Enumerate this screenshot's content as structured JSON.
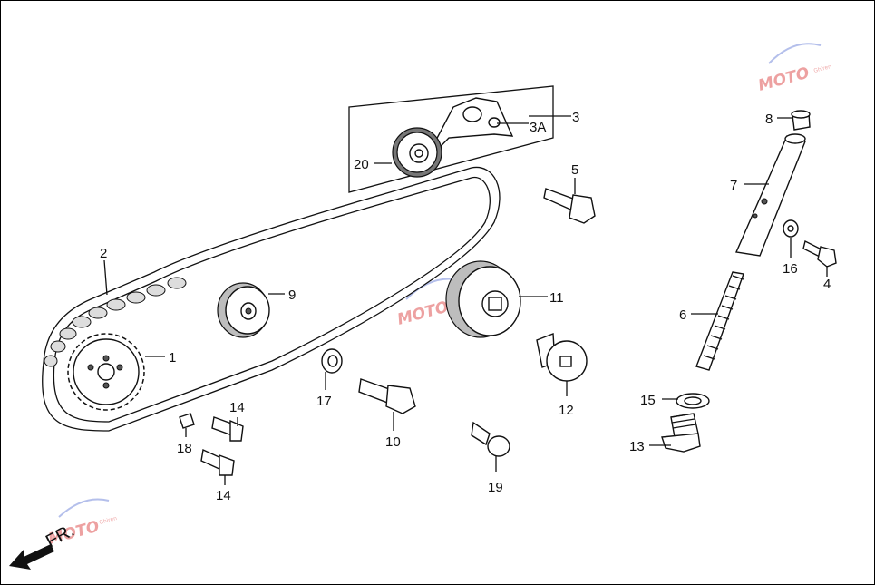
{
  "labels": {
    "l1": "1",
    "l2": "2",
    "l3": "3",
    "l3a": "3A",
    "l4": "4",
    "l5": "5",
    "l6": "6",
    "l7": "7",
    "l8": "8",
    "l9": "9",
    "l10": "10",
    "l11": "11",
    "l12": "12",
    "l13": "13",
    "l14a": "14",
    "l14b": "14",
    "l15": "15",
    "l16": "16",
    "l17": "17",
    "l18": "18",
    "l19": "19",
    "l20": "20"
  },
  "direction_label": "FR.",
  "watermark_text": "MOTO",
  "watermark_small": "Ghiren",
  "colors": {
    "line": "#111111",
    "shade": "#bdbdbd",
    "watermark": "#e05555",
    "watermark_swoosh": "#6a7fd8"
  }
}
